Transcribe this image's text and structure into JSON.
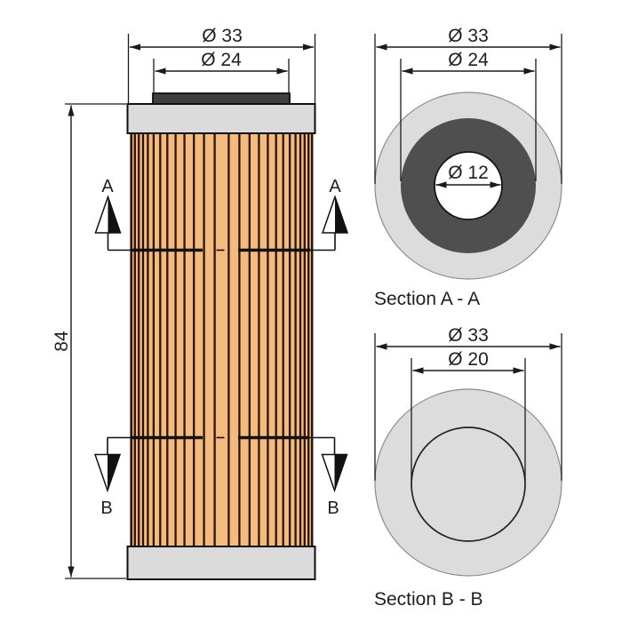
{
  "front_view": {
    "dia_outer": "Ø 33",
    "dia_seal": "Ø 24",
    "height": "84",
    "marker_a": "A",
    "marker_b": "B"
  },
  "section_a": {
    "title": "Section A - A",
    "dia_outer": "Ø 33",
    "dia_ring": "Ø 24",
    "dia_hole": "Ø 12"
  },
  "section_b": {
    "title": "Section B - B",
    "dia_outer": "Ø 33",
    "dia_inner": "Ø 20"
  },
  "colors": {
    "filter_media": "#F5BA7D",
    "pleat_line": "#2A1505",
    "end_cap": "#DBDBDB",
    "top_seal": "#3F3F3F",
    "section_ring": "#4F4F4F",
    "section_face": "#DCDCDC",
    "drawing_line": "#1A1A1A"
  }
}
